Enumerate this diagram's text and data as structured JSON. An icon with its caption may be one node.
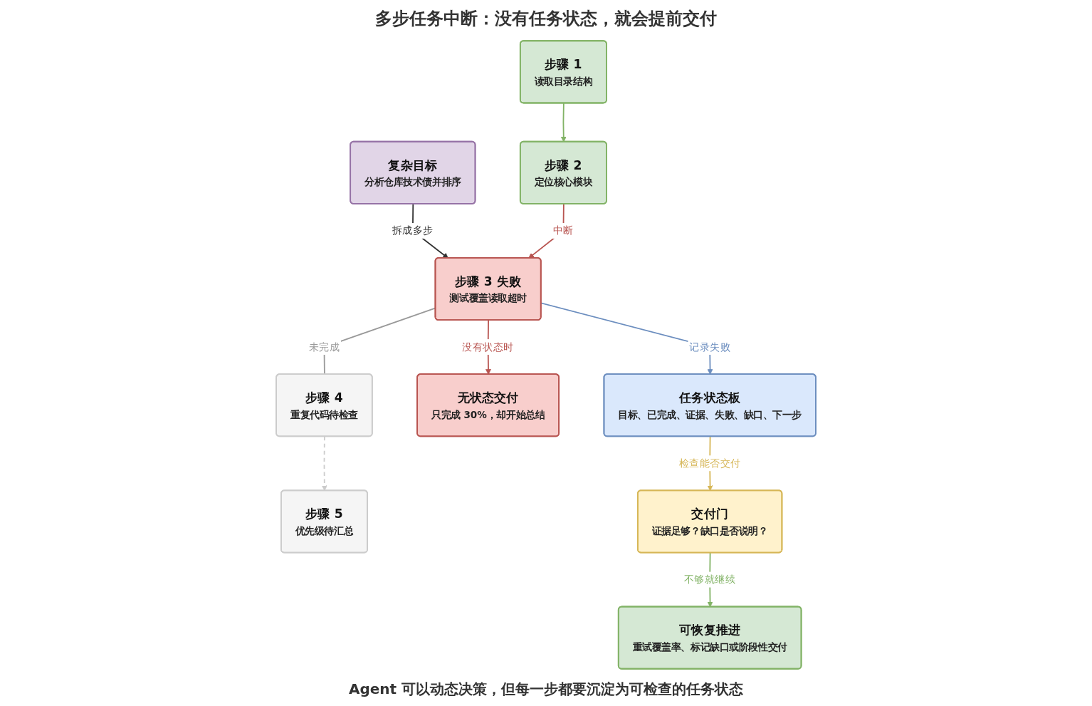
{
  "diagram": {
    "title": "多步任务中断：没有任务状态，就会提前交付",
    "caption": "Agent 可以动态决策，但每一步都要沉淀为可检查的任务状态",
    "nodes": [
      {
        "text": [
          "复杂目标",
          "分析仓库技术债并排序"
        ]
      },
      {
        "text": [
          "步骤 1",
          "读取目录结构"
        ]
      },
      {
        "text": [
          "步骤 2",
          "定位核心模块"
        ]
      },
      {
        "text": [
          "步骤 3 失败",
          "测试覆盖读取超时"
        ]
      },
      {
        "text": [
          "步骤 4",
          "重复代码待检查"
        ]
      },
      {
        "text": [
          "步骤 5",
          "优先级待汇总"
        ]
      },
      {
        "text": [
          "无状态交付",
          "只完成 30%，却开始总结"
        ]
      },
      {
        "text": [
          "任务状态板",
          "目标、已完成、证据、失败、缺口、下一步"
        ]
      },
      {
        "text": [
          "交付门",
          "证据足够？缺口是否说明？"
        ]
      },
      {
        "text": [
          "可恢复推进",
          "重试覆盖率、标记缺口或阶段性交付"
        ]
      }
    ],
    "edges": [
      {
        "from": 0,
        "to": 3,
        "arrow": "to",
        "label": "拆成多步",
        "color": "#333333"
      },
      {
        "from": 1,
        "to": 2,
        "arrow": "to",
        "color": "#82b366"
      },
      {
        "from": 2,
        "to": 3,
        "arrow": "to",
        "label": "中断",
        "color": "#b85450"
      },
      {
        "from": 3,
        "to": 4,
        "arrow": "none",
        "label": "未完成",
        "color": "#999999"
      },
      {
        "from": 4,
        "to": 5,
        "arrow": "to",
        "style": "dashed",
        "color": "#cccccc"
      },
      {
        "from": 3,
        "to": 6,
        "arrow": "to",
        "label": "没有状态时",
        "color": "#b85450"
      },
      {
        "from": 3,
        "to": 7,
        "arrow": "to",
        "label": "记录失败",
        "color": "#6c8ebf"
      },
      {
        "from": 7,
        "to": 8,
        "arrow": "to",
        "label": "检查能否交付",
        "color": "#d6b656"
      },
      {
        "from": 8,
        "to": 9,
        "arrow": "to",
        "label": "不够就继续",
        "color": "#82b366"
      }
    ]
  }
}
